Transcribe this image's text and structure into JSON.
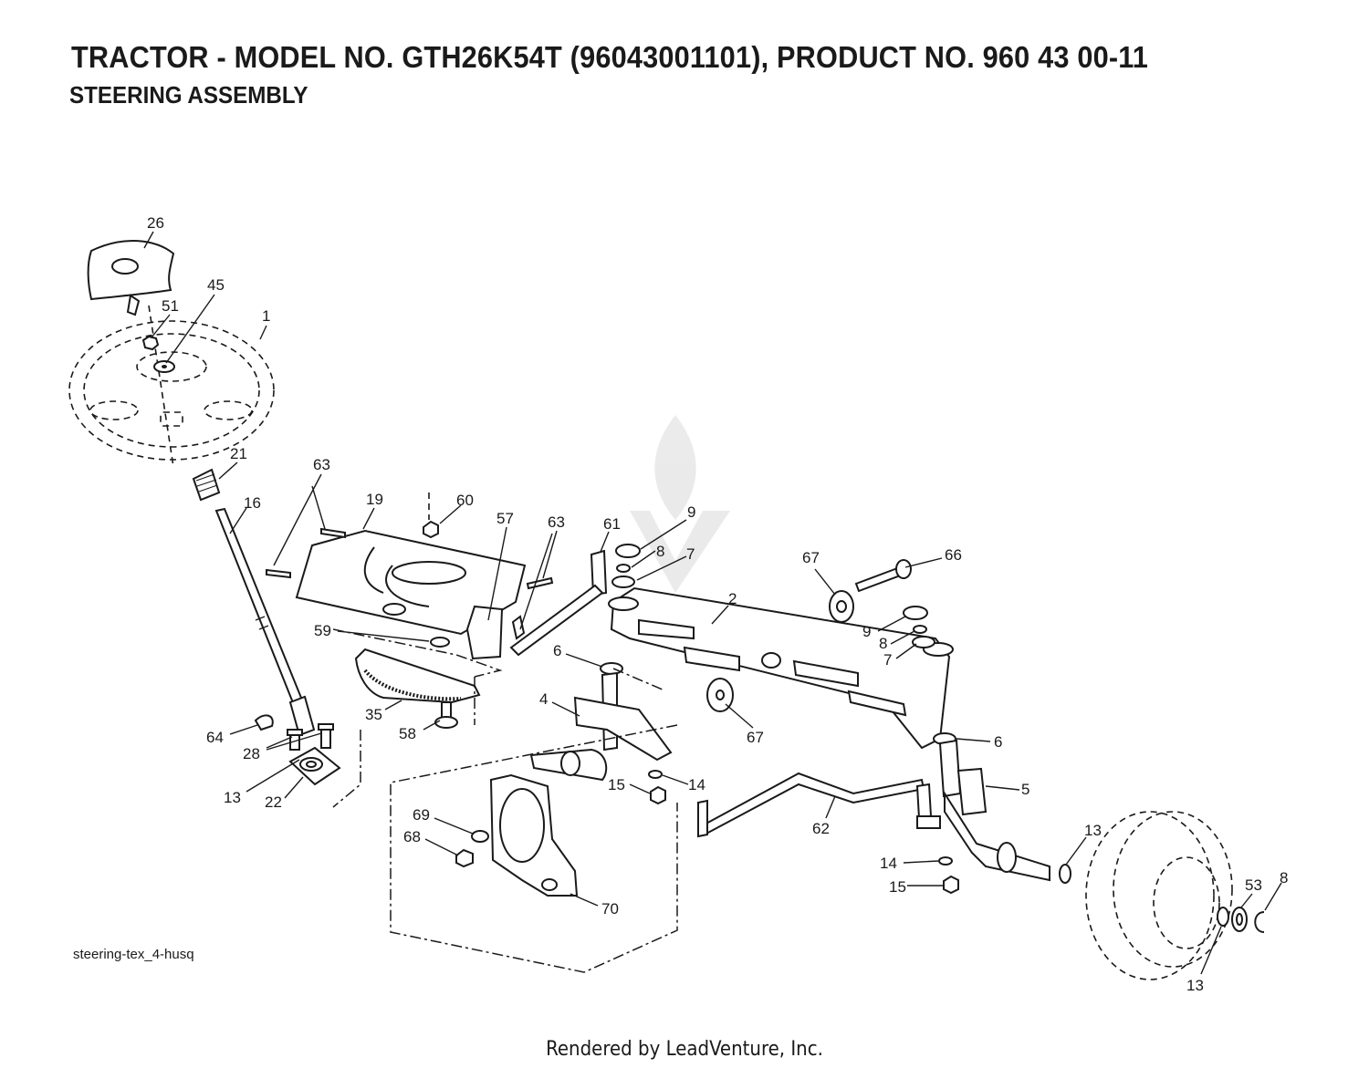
{
  "header": {
    "title": "TRACTOR - MODEL NO. GTH26K54T (96043001101), PRODUCT NO. 960 43 00-11",
    "subtitle": "STEERING ASSEMBLY"
  },
  "diagram": {
    "id_label": "steering-tex_4-husq",
    "callouts": [
      {
        "key": "c26",
        "label": "26"
      },
      {
        "key": "c45",
        "label": "45"
      },
      {
        "key": "c51",
        "label": "51"
      },
      {
        "key": "c1",
        "label": "1"
      },
      {
        "key": "c21",
        "label": "21"
      },
      {
        "key": "c16",
        "label": "16"
      },
      {
        "key": "c63a",
        "label": "63"
      },
      {
        "key": "c19",
        "label": "19"
      },
      {
        "key": "c60",
        "label": "60"
      },
      {
        "key": "c57",
        "label": "57"
      },
      {
        "key": "c63b",
        "label": "63"
      },
      {
        "key": "c61",
        "label": "61"
      },
      {
        "key": "c9a",
        "label": "9"
      },
      {
        "key": "c8a",
        "label": "8"
      },
      {
        "key": "c7a",
        "label": "7"
      },
      {
        "key": "c2",
        "label": "2"
      },
      {
        "key": "c67a",
        "label": "67"
      },
      {
        "key": "c66",
        "label": "66"
      },
      {
        "key": "c9b",
        "label": "9"
      },
      {
        "key": "c8b",
        "label": "8"
      },
      {
        "key": "c7b",
        "label": "7"
      },
      {
        "key": "c59",
        "label": "59"
      },
      {
        "key": "c6a",
        "label": "6"
      },
      {
        "key": "c35",
        "label": "35"
      },
      {
        "key": "c4",
        "label": "4"
      },
      {
        "key": "c67b",
        "label": "67"
      },
      {
        "key": "c6b",
        "label": "6"
      },
      {
        "key": "c58",
        "label": "58"
      },
      {
        "key": "c64",
        "label": "64"
      },
      {
        "key": "c28",
        "label": "28"
      },
      {
        "key": "c13a",
        "label": "13"
      },
      {
        "key": "c22",
        "label": "22"
      },
      {
        "key": "c15a",
        "label": "15"
      },
      {
        "key": "c14a",
        "label": "14"
      },
      {
        "key": "c5",
        "label": "5"
      },
      {
        "key": "c69",
        "label": "69"
      },
      {
        "key": "c68",
        "label": "68"
      },
      {
        "key": "c62",
        "label": "62"
      },
      {
        "key": "c13b",
        "label": "13"
      },
      {
        "key": "c14b",
        "label": "14"
      },
      {
        "key": "c15b",
        "label": "15"
      },
      {
        "key": "c53",
        "label": "53"
      },
      {
        "key": "c8c",
        "label": "8"
      },
      {
        "key": "c70",
        "label": "70"
      },
      {
        "key": "c13c",
        "label": "13"
      }
    ]
  },
  "footer": {
    "rendered_by": "Rendered by LeadVenture, Inc."
  }
}
